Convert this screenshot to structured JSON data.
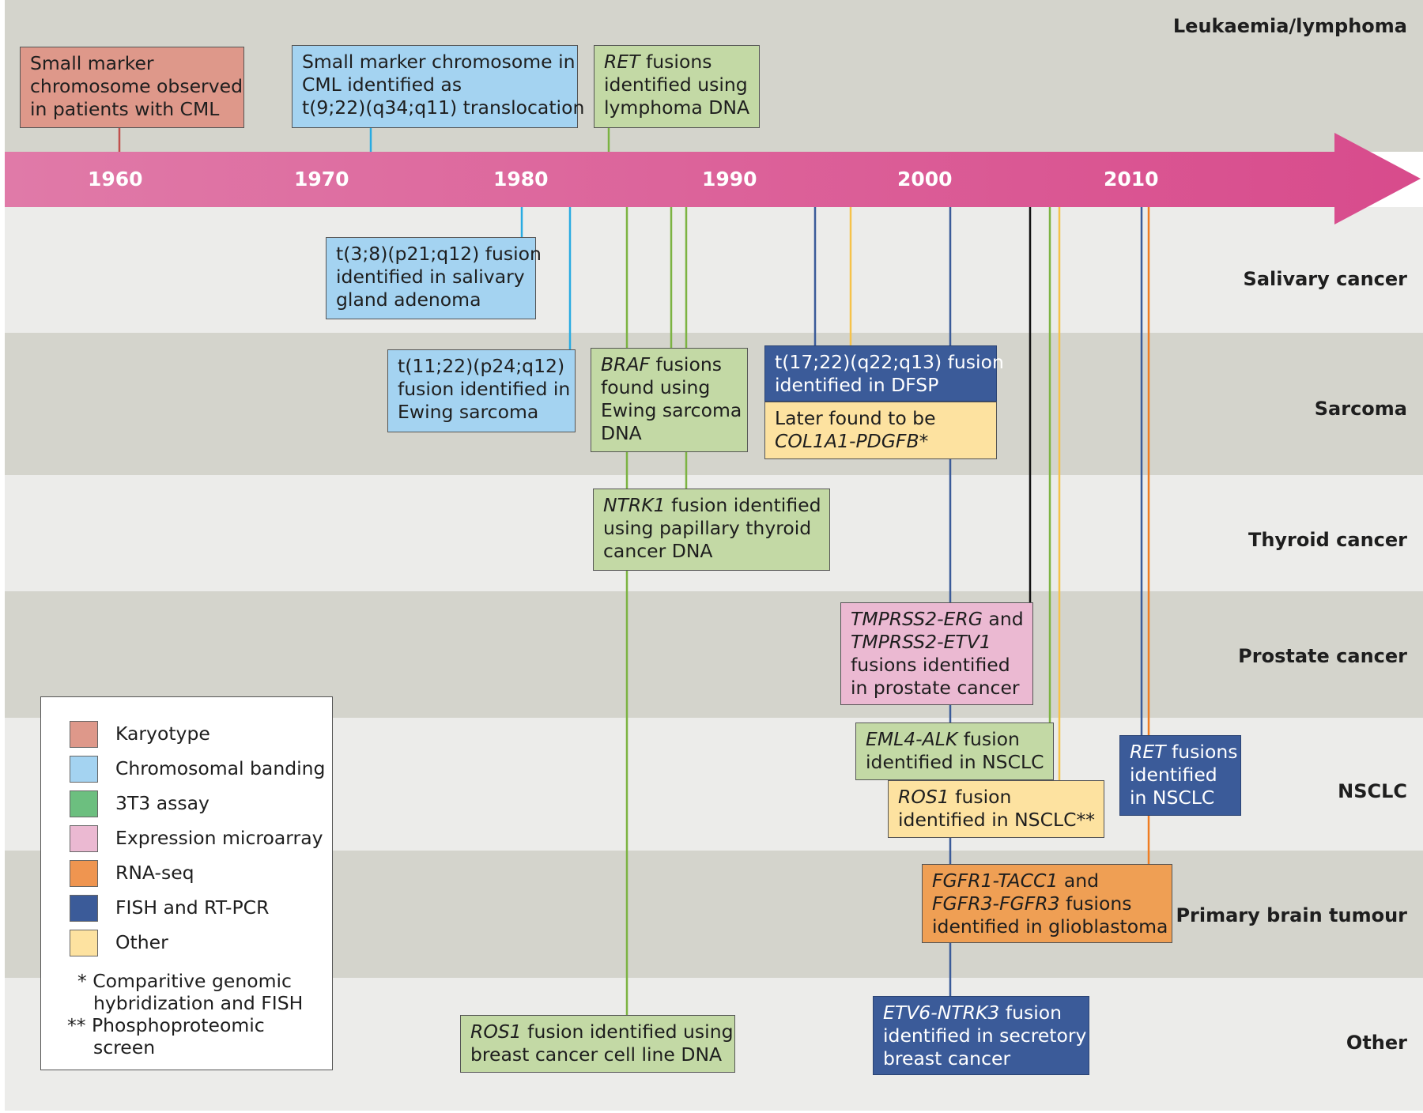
{
  "categories": [
    {
      "label": "Leukaemia/lymphoma"
    },
    {
      "label": "Salivary cancer"
    },
    {
      "label": "Sarcoma"
    },
    {
      "label": "Thyroid cancer"
    },
    {
      "label": "Prostate cancer"
    },
    {
      "label": "NSCLC"
    },
    {
      "label": "Primary brain tumour"
    },
    {
      "label": "Other"
    }
  ],
  "timeline": {
    "years": [
      "1960",
      "1970",
      "1980",
      "1990",
      "2000",
      "2010"
    ],
    "color_start": "#e07aa8",
    "color_end": "#d84b8c"
  },
  "method_colors": {
    "Karyotype": "#de988a",
    "Chromosomal banding": "#a4d3f1",
    "3T3 assay": "#c3d9a5",
    "Expression microarray": "#ebb9d2",
    "RNA-seq": "#ef9f54",
    "FISH and RT-PCR": "#3b5b99",
    "Other": "#fde2a0",
    "legend_3T3_swatch": "#6cbf7f"
  },
  "events": [
    {
      "id": "cml-marker",
      "method": "Karyotype",
      "lines": [
        "Small marker",
        "chromosome observed",
        "in patients with CML"
      ]
    },
    {
      "id": "cml-translocation",
      "method": "Chromosomal banding",
      "lines": [
        "Small marker chromosome in",
        "CML identified as",
        "t(9;22)(q34;q11) translocation"
      ]
    },
    {
      "id": "ret-lymphoma",
      "method": "3T3 assay",
      "lines": [
        "<i>RET</i> fusions",
        "identified using",
        "lymphoma DNA"
      ]
    },
    {
      "id": "salivary-t38",
      "method": "Chromosomal banding",
      "lines": [
        "t(3;8)(p21;q12) fusion",
        "identified in salivary",
        "gland adenoma"
      ]
    },
    {
      "id": "ewing-t1122",
      "method": "Chromosomal banding",
      "lines": [
        "t(11;22)(p24;q12)",
        "fusion identified in",
        "Ewing sarcoma"
      ]
    },
    {
      "id": "braf-ewing",
      "method": "3T3 assay",
      "lines": [
        "<i>BRAF</i> fusions",
        "found using",
        "Ewing sarcoma",
        "DNA"
      ]
    },
    {
      "id": "dfsp-t1722",
      "method": "FISH and RT-PCR",
      "lines": [
        "t(17;22)(q22;q13) fusion",
        "identified in DFSP"
      ]
    },
    {
      "id": "dfsp-later",
      "method": "Other",
      "lines": [
        "Later found to be",
        "<i>COL1A1-PDGFB</i>*"
      ]
    },
    {
      "id": "ntrk1-thyroid",
      "method": "3T3 assay",
      "lines": [
        "<i>NTRK1</i> fusion identified",
        "using papillary thyroid",
        "cancer DNA"
      ]
    },
    {
      "id": "tmprss2",
      "method": "Expression microarray",
      "lines": [
        "<i>TMPRSS2-ERG</i> and",
        "<i>TMPRSS2-ETV1</i>",
        "fusions identified",
        "in prostate cancer"
      ]
    },
    {
      "id": "eml4-alk",
      "method": "3T3 assay",
      "lines": [
        "<i>EML4-ALK</i> fusion",
        "identified in NSCLC"
      ]
    },
    {
      "id": "ros1-nsclc",
      "method": "Other",
      "lines": [
        "<i>ROS1</i> fusion",
        "identified in NSCLC**"
      ]
    },
    {
      "id": "ret-nsclc",
      "method": "FISH and RT-PCR",
      "lines": [
        "<i>RET</i> fusions",
        "identified",
        "in NSCLC"
      ]
    },
    {
      "id": "fgfr-glioblastoma",
      "method": "RNA-seq",
      "lines": [
        "<i>FGFR1-TACC1</i> and",
        "<i>FGFR3-FGFR3</i> fusions",
        "identified in glioblastoma"
      ]
    },
    {
      "id": "ros1-breast",
      "method": "3T3 assay",
      "lines": [
        "<i>ROS1</i> fusion identified using",
        "breast cancer cell line DNA"
      ]
    },
    {
      "id": "etv6-ntrk3",
      "method": "FISH and RT-PCR",
      "lines": [
        "<i>ETV6-NTRK3</i> fusion",
        "identified in secretory",
        "breast cancer"
      ]
    }
  ],
  "legend": {
    "items": [
      {
        "label": "Karyotype",
        "color": "#de988a"
      },
      {
        "label": "Chromosomal banding",
        "color": "#a4d3f1"
      },
      {
        "label": "3T3 assay",
        "color": "#6cbf7f"
      },
      {
        "label": "Expression microarray",
        "color": "#ebb9d2"
      },
      {
        "label": "RNA-seq",
        "color": "#ef9550"
      },
      {
        "label": "FISH and RT-PCR",
        "color": "#3b5b99"
      },
      {
        "label": "Other",
        "color": "#fde2a0"
      }
    ],
    "notes": [
      "* Comparitive genomic",
      "hybridization and FISH",
      "** Phosphoproteomic",
      "screen"
    ]
  }
}
